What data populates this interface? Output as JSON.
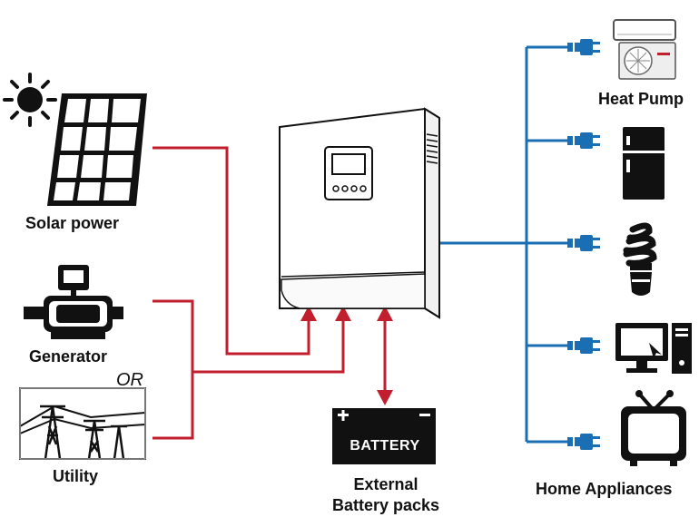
{
  "labels": {
    "solar": "Solar power",
    "generator": "Generator",
    "or": "OR",
    "utility": "Utility",
    "battery": "BATTERY",
    "external_line1": "External",
    "external_line2": "Battery packs",
    "heat_pump": "Heat Pump",
    "home_appliances": "Home Appliances"
  },
  "colors": {
    "input_line": "#c21f2e",
    "output_line": "#1a6fb4",
    "icon": "#111111"
  },
  "icons": [
    "sun-icon",
    "solar-panel-icon",
    "generator-icon",
    "utility-pylon-icon",
    "inverter-icon",
    "battery-icon",
    "heat-pump-icon",
    "refrigerator-icon",
    "light-bulb-icon",
    "computer-icon",
    "tv-icon",
    "plug-icon"
  ]
}
